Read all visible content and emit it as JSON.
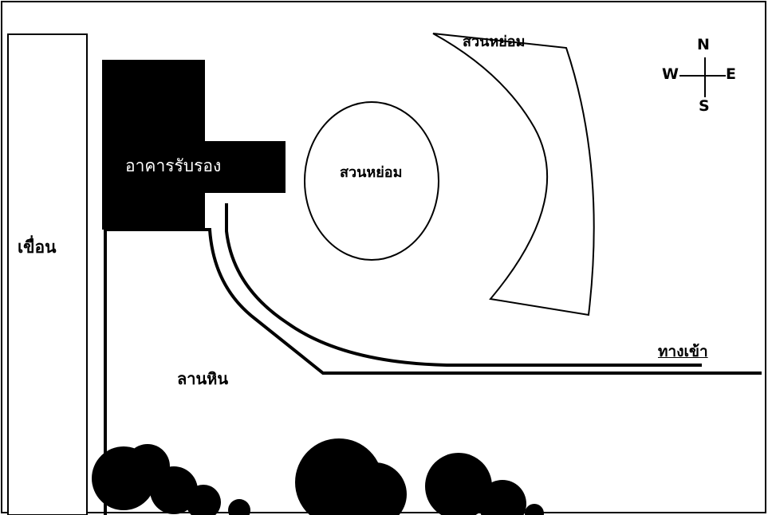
{
  "labels": {
    "dam": "เขื่อน",
    "reception_building": "อาคารรับรอง",
    "garden_circle": "สวนหย่อม",
    "garden_crescent": "สวนหย่อม",
    "rock_plaza": "ลานหิน",
    "entrance": "ทางเข้า"
  },
  "compass": {
    "north": "N",
    "south": "S",
    "east": "E",
    "west": "W"
  },
  "colors": {
    "background": "#ffffff",
    "ink": "#000000"
  }
}
